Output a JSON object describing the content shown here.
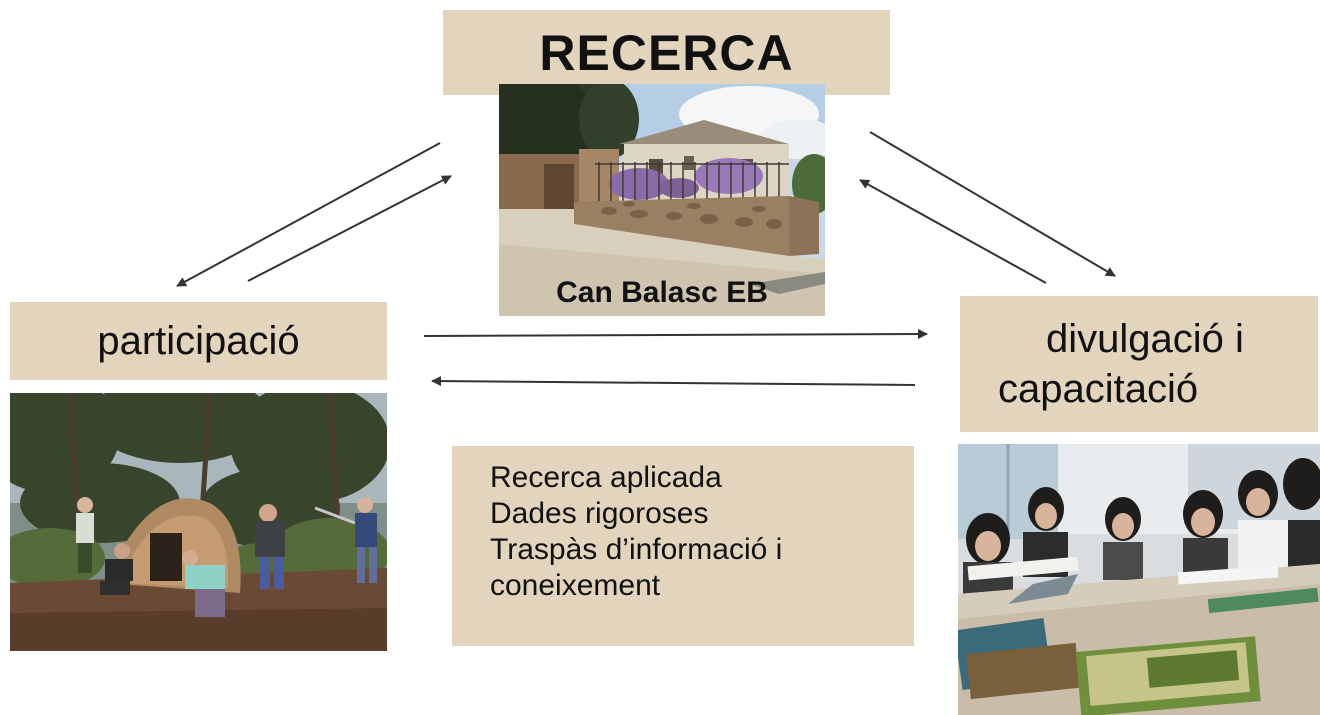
{
  "title": "RECERCA",
  "photos": {
    "center_caption": "Can Balasc EB"
  },
  "nodes": {
    "participacio": "participació",
    "divulgacio_line1": "divulgació i",
    "divulgacio_line2": "capacitació"
  },
  "benefits": [
    "Recerca aplicada",
    "Dades rigoroses",
    "Traspàs d’informació i",
    "coneixement"
  ],
  "colors": {
    "box_fill": "#e3d4bd",
    "arrow": "#333333"
  }
}
